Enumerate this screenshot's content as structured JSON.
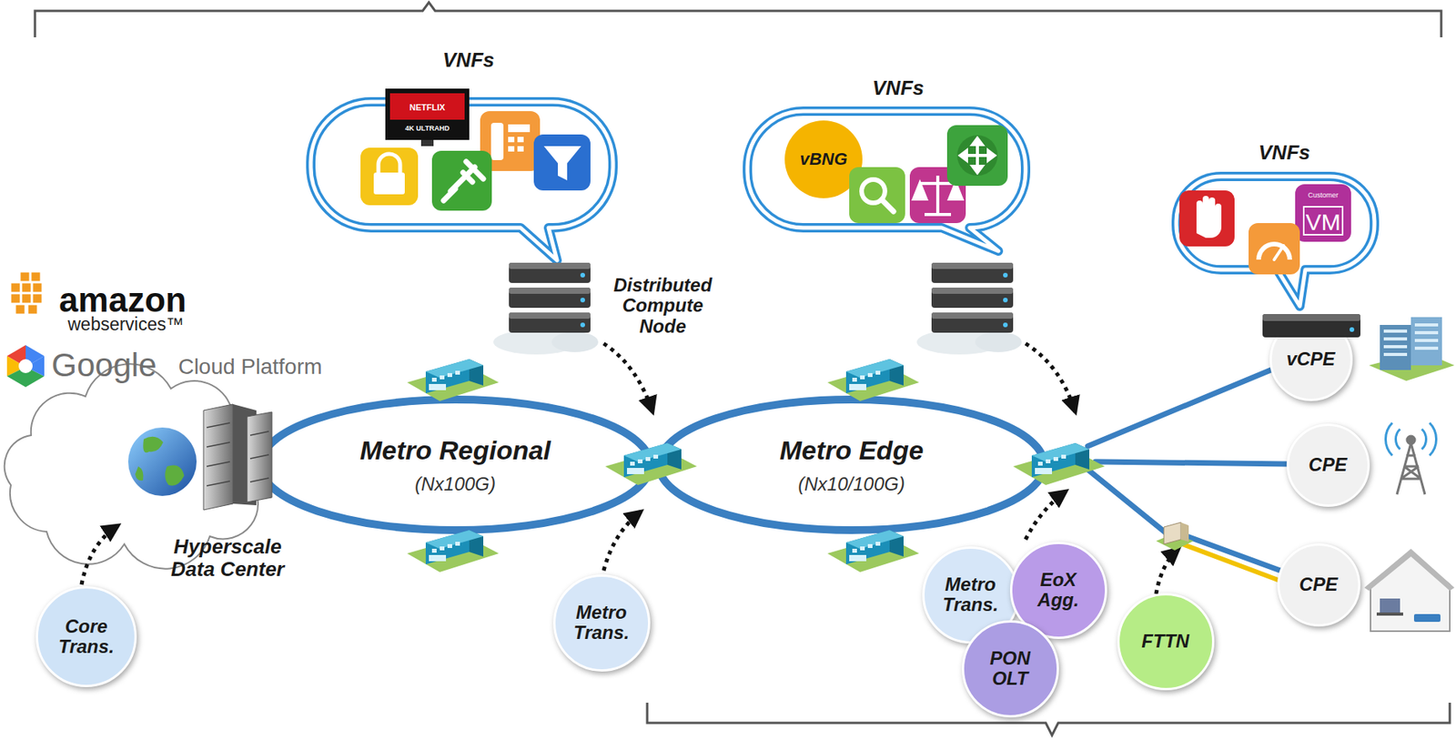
{
  "diagram": {
    "nodes": [
      {
        "text": [
          "VNFs"
        ]
      },
      {
        "text": [
          "VNFs"
        ]
      },
      {
        "text": [
          "vBNG"
        ],
        "in": 1
      },
      {
        "text": [
          "VNFs"
        ]
      },
      {
        "text": [
          "vCPE"
        ]
      },
      {
        "text": [
          "Metro Regional",
          "(Nx100G)"
        ]
      },
      {
        "text": [
          "Metro Edge",
          "(Nx10/100G)"
        ]
      },
      {
        "text": [
          "CPE"
        ]
      },
      {
        "text": [
          "CPE"
        ]
      },
      {
        "text": [
          "Core Trans."
        ]
      },
      {
        "text": [
          "Metro Trans."
        ]
      },
      {
        "text": [
          "Metro Trans."
        ]
      },
      {
        "text": [
          "EoX Agg."
        ]
      },
      {
        "text": [
          "PON OLT"
        ]
      },
      {
        "text": [
          "FTTN"
        ]
      }
    ],
    "labels": [
      "amazon",
      "webservices™",
      "Google",
      "Cloud Platform",
      "Hyperscale Data Center",
      "Distributed Compute Node",
      "NETFLIX",
      "4K ULTRAHD",
      "Customer",
      "VM"
    ]
  }
}
